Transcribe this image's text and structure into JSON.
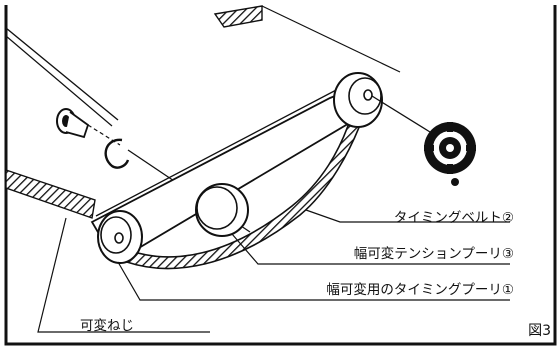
{
  "labels": {
    "timing_belt": "タイミングベルト②",
    "tension_pulley": "幅可変テンションプーリ③",
    "timing_pulley": "幅可変用のタイミングプーリ①",
    "adjust_screw": "可変ねじ",
    "figure_number": "図3"
  },
  "colors": {
    "ink": "#111111",
    "background": "#ffffff"
  },
  "icons": {
    "rotation_indicator": "rotation-dial-icon"
  }
}
